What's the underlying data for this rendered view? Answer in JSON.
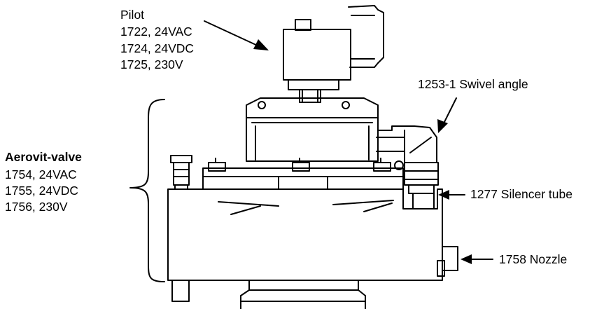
{
  "pilot": {
    "title": "Pilot",
    "lines": [
      "1722, 24VAC",
      "1724, 24VDC",
      "1725, 230V"
    ]
  },
  "aerovit": {
    "title": "Aerovit-valve",
    "lines": [
      "1754, 24VAC",
      "1755, 24VDC",
      "1756, 230V"
    ]
  },
  "swivel": {
    "label": "1253-1 Swivel angle"
  },
  "silencer": {
    "label": "1277 Silencer tube"
  },
  "nozzle": {
    "label": "1758 Nozzle"
  }
}
